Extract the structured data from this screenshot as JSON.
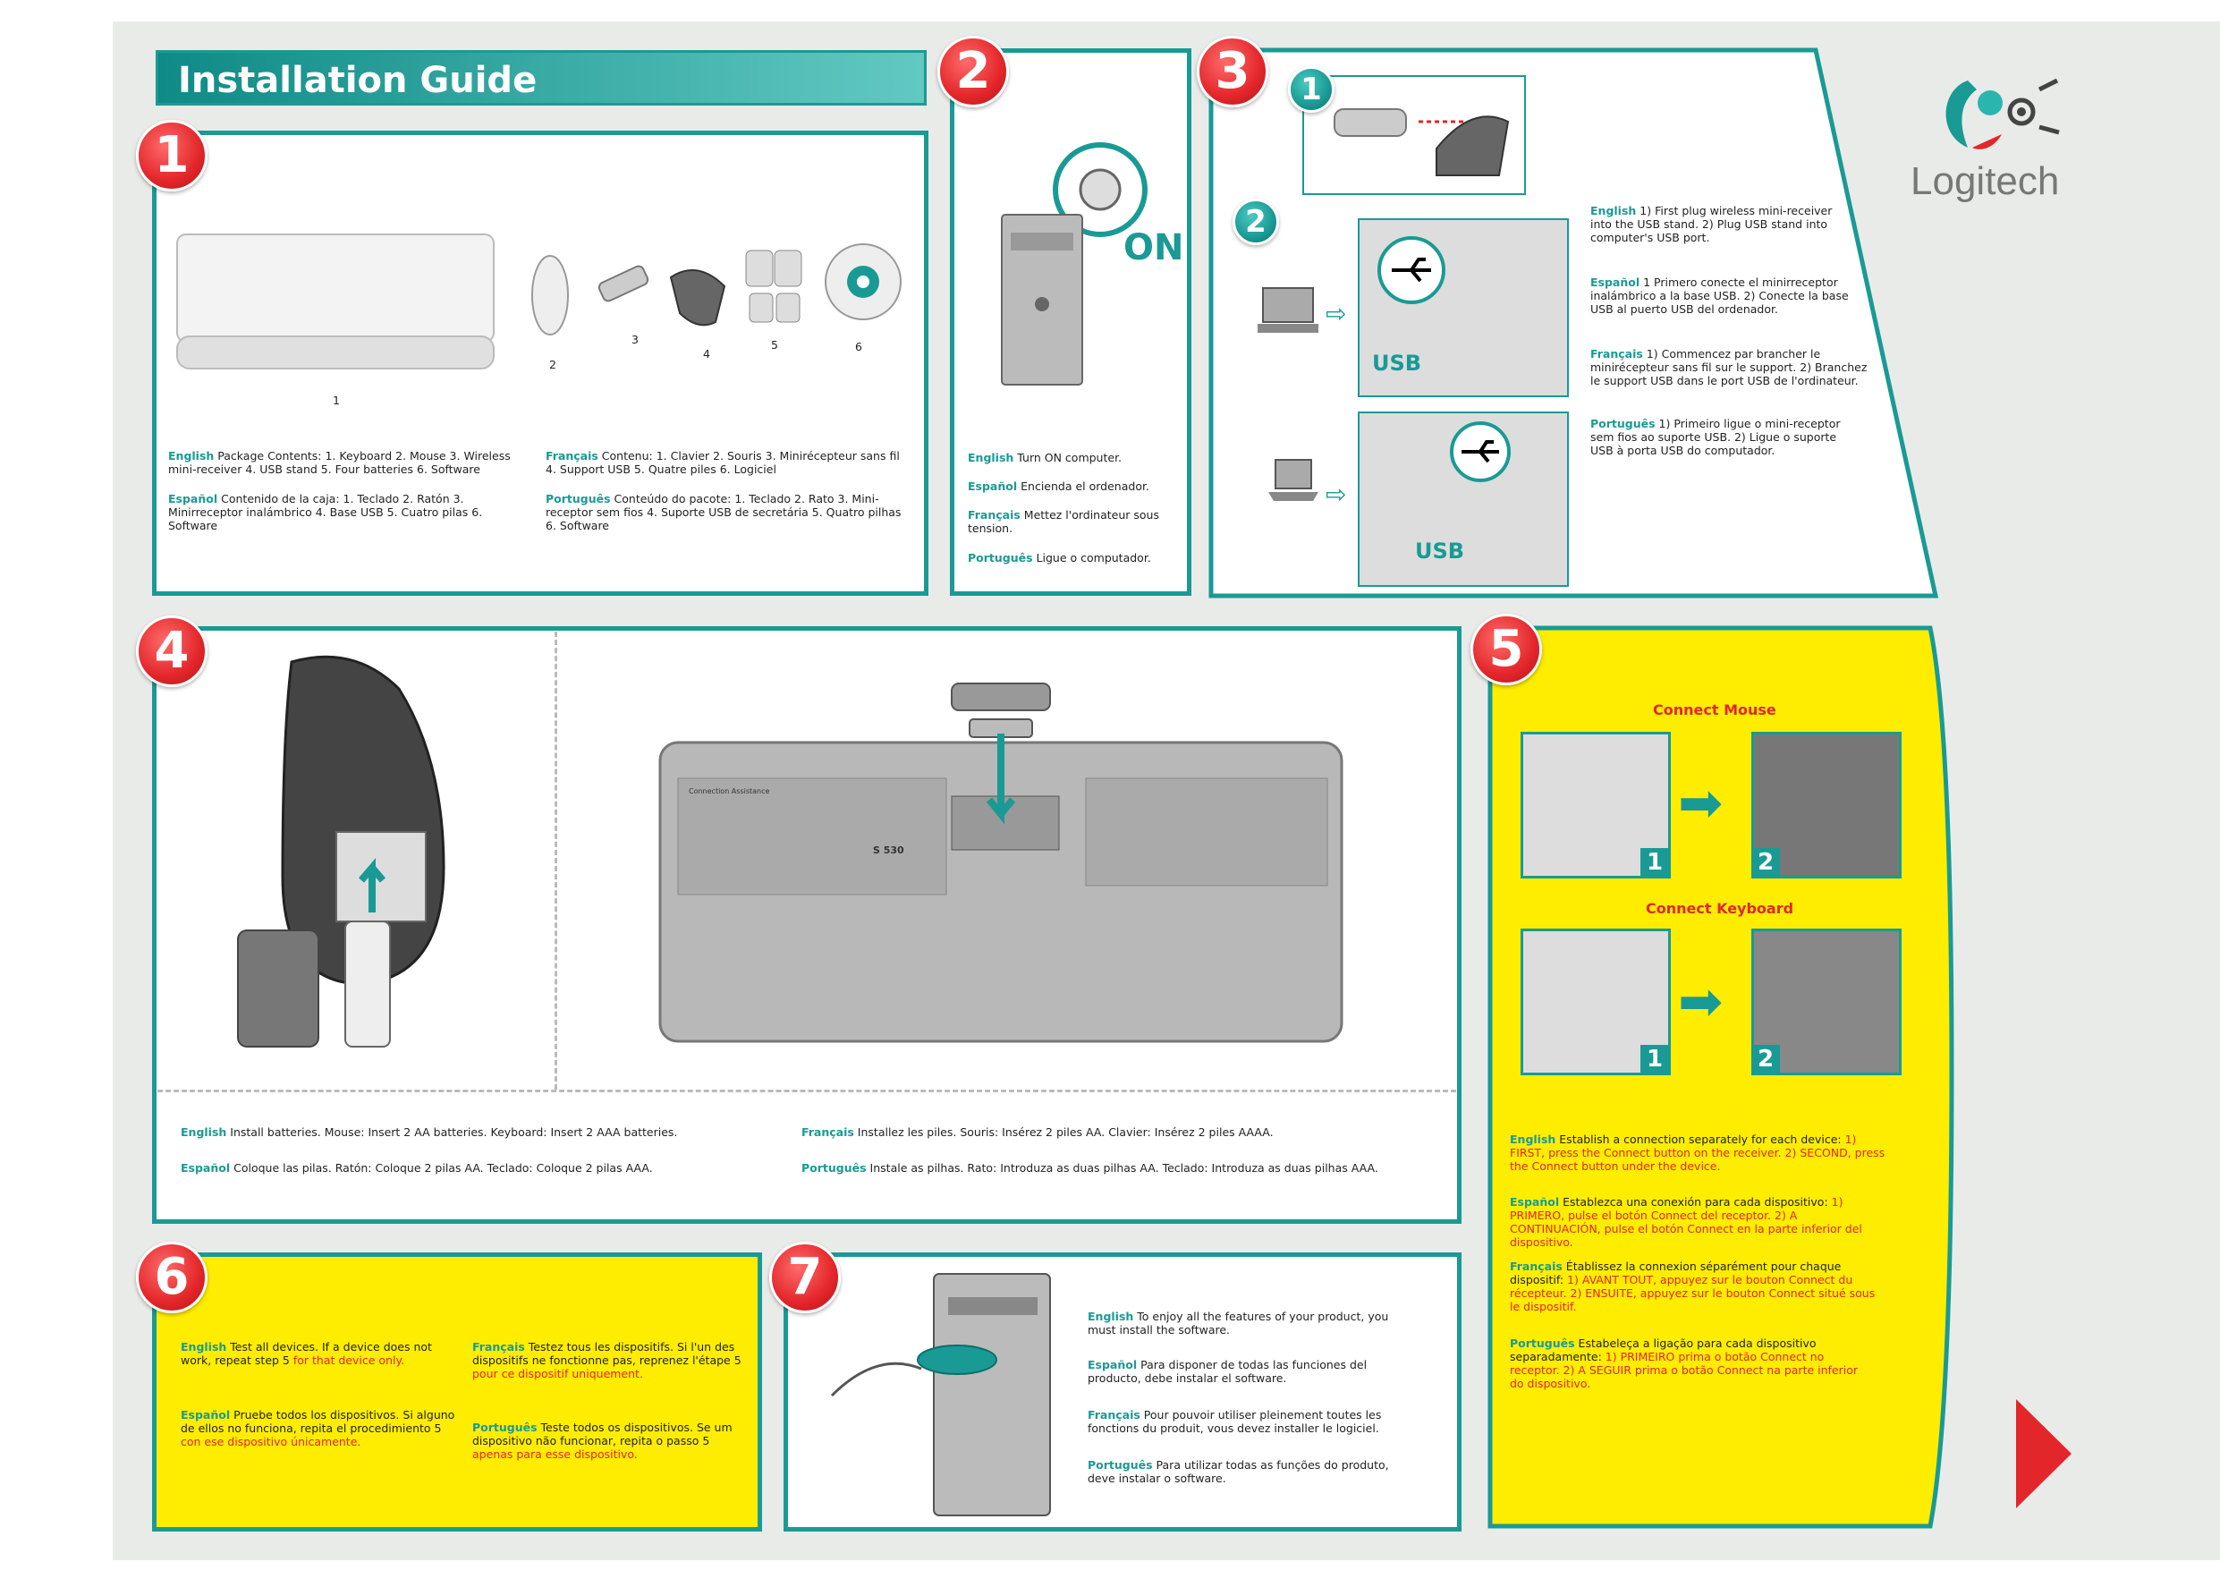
{
  "header": {
    "title": "Installation Guide",
    "brand": "Logitech"
  },
  "colors": {
    "teal": "#1a9a94",
    "yellow": "#ffed00",
    "red": "#e3262a"
  },
  "steps": {
    "s1": {
      "num": "1",
      "labels": [
        "1",
        "2",
        "3",
        "4",
        "5",
        "6"
      ],
      "en_lang": "English",
      "en": "Package Contents: 1. Keyboard 2. Mouse 3. Wireless mini-receiver 4. USB stand 5. Four batteries 6. Software",
      "es_lang": "Español",
      "es": "Contenido de la caja: 1. Teclado 2. Ratón 3. Minirreceptor inalámbrico 4. Base USB 5. Cuatro pilas 6. Software",
      "fr_lang": "Français",
      "fr": "Contenu: 1. Clavier 2. Souris 3. Minirécepteur sans fil 4. Support USB 5. Quatre piles 6. Logiciel",
      "pt_lang": "Português",
      "pt": "Conteúdo do pacote: 1. Teclado 2. Rato 3. Mini-receptor sem fios 4. Suporte USB de secretária 5. Quatro pilhas 6. Software"
    },
    "s2": {
      "num": "2",
      "on": "ON",
      "en_lang": "English",
      "en": "Turn ON computer.",
      "es_lang": "Español",
      "es": "Encienda el ordenador.",
      "fr_lang": "Français",
      "fr": "Mettez l'ordinateur sous tension.",
      "pt_lang": "Português",
      "pt": "Ligue o computador."
    },
    "s3": {
      "num": "3",
      "sub1": "1",
      "sub2": "2",
      "usb1": "USB",
      "usb2": "USB",
      "en_lang": "English",
      "en": "1) First plug wireless mini-receiver into the USB stand. 2) Plug USB stand into computer's USB port.",
      "es_lang": "Español",
      "es": "1 Primero conecte el minirreceptor inalámbrico a la base USB. 2) Conecte la base USB al puerto USB del ordenador.",
      "fr_lang": "Français",
      "fr": "1) Commencez par brancher le minirécepteur sans fil sur le support. 2) Branchez le support USB dans le port USB de l'ordinateur.",
      "pt_lang": "Português",
      "pt": "1) Primeiro ligue o mini-receptor sem fios ao suporte USB. 2) Ligue o suporte USB à porta USB do computador."
    },
    "s4": {
      "num": "4",
      "en_lang": "English",
      "en": "Install batteries. Mouse: Insert 2 AA batteries. Keyboard: Insert 2 AAA batteries.",
      "es_lang": "Español",
      "es": "Coloque las pilas. Ratón: Coloque 2 pilas AA. Teclado: Coloque 2 pilas AAA.",
      "fr_lang": "Français",
      "fr": "Installez les piles. Souris: Insérez 2 piles AA. Clavier: Insérez 2 piles AAAA.",
      "pt_lang": "Português",
      "pt": "Instale as pilhas. Rato: Introduza as duas pilhas AA. Teclado: Introduza as duas pilhas AAA.",
      "kb_model": "S 530",
      "kb_assist": "Connection Assistance"
    },
    "s5": {
      "num": "5",
      "connect_mouse": "Connect Mouse",
      "connect_keyboard": "Connect Keyboard",
      "n1": "1",
      "n2": "2",
      "en_lang": "English",
      "en": "Establish a connection separately for each device:",
      "en_red": "1) FIRST, press the Connect button on the receiver. 2) SECOND, press the Connect button under the device.",
      "es_lang": "Español",
      "es": "Establezca una conexión para cada dispositivo:",
      "es_red": "1) PRIMERO, pulse el botón Connect del receptor. 2) A CONTINUACIÓN, pulse el botón Connect en la parte inferior del dispositivo.",
      "fr_lang": "Français",
      "fr": "Établissez la connexion séparément pour chaque dispositif:",
      "fr_red": "1) AVANT TOUT, appuyez sur le bouton Connect du récepteur. 2) ENSUITE, appuyez sur le bouton Connect situé sous le dispositif.",
      "pt_lang": "Português",
      "pt": "Estabeleça a ligação para cada dispositivo separadamente:",
      "pt_red": "1) PRIMEIRO prima o botão Connect no receptor. 2) A SEGUIR prima o botão Connect na parte inferior do dispositivo."
    },
    "s6": {
      "num": "6",
      "en_lang": "English",
      "en": "Test all devices. If a device does not work, repeat step 5",
      "en_red": "for that device only.",
      "es_lang": "Español",
      "es": "Pruebe todos los dispositivos. Si alguno de ellos no funciona, repita el procedimiento 5",
      "es_red": "con ese dispositivo únicamente.",
      "fr_lang": "Français",
      "fr": "Testez tous les dispositifs. Si l'un des dispositifs ne fonctionne pas, reprenez l'étape 5",
      "fr_red": "pour ce dispositif uniquement.",
      "pt_lang": "Português",
      "pt": "Teste todos os dispositivos. Se um dispositivo não funcionar, repita o passo 5",
      "pt_red": "apenas para esse dispositivo."
    },
    "s7": {
      "num": "7",
      "en_lang": "English",
      "en": "To enjoy all the features of your product, you must install the software.",
      "es_lang": "Español",
      "es": "Para disponer de todas las funciones del producto, debe instalar el software.",
      "fr_lang": "Français",
      "fr": "Pour pouvoir utiliser pleinement toutes les fonctions du produit, vous devez installer le logiciel.",
      "pt_lang": "Português",
      "pt": "Para utilizar todas as funções do produto, deve instalar o software."
    }
  }
}
